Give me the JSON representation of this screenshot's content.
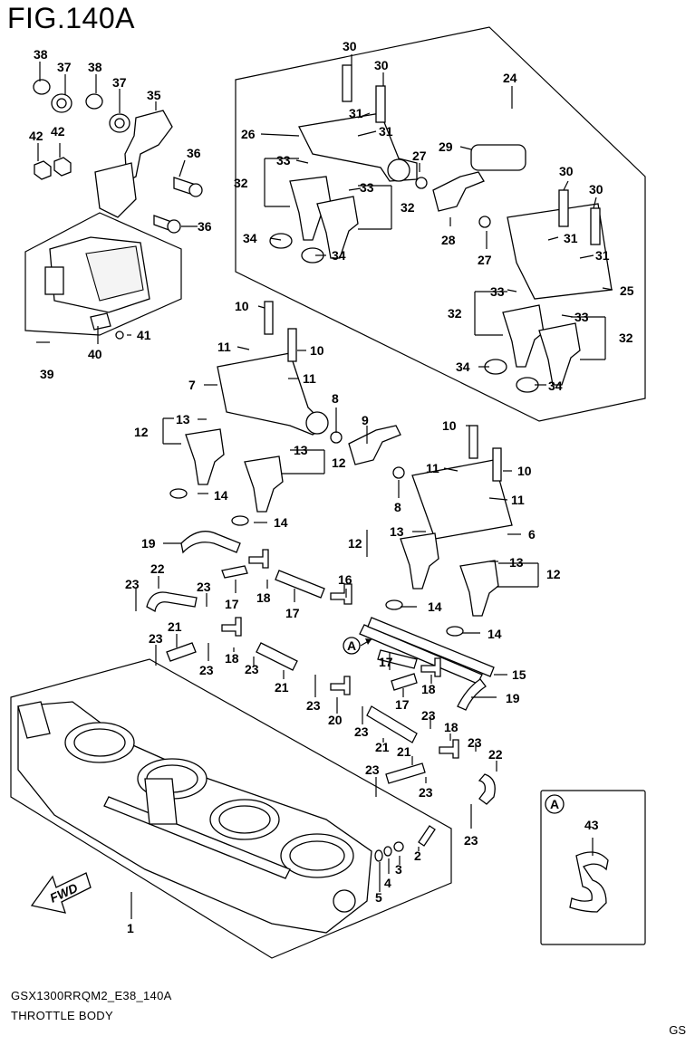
{
  "header": {
    "title": "FIG.140A"
  },
  "footer": {
    "model_code": "GSX1300RRQM2_E38_140A",
    "figure_name": "THROTTLE BODY",
    "region": "GS"
  },
  "diagram": {
    "fwd_label": "FWD",
    "inset_marker": "A",
    "callout_marker": "A",
    "part_numbers": [
      "1",
      "2",
      "3",
      "4",
      "5",
      "6",
      "7",
      "8",
      "9",
      "10",
      "11",
      "12",
      "13",
      "14",
      "15",
      "16",
      "17",
      "18",
      "19",
      "20",
      "21",
      "22",
      "23",
      "24",
      "25",
      "26",
      "27",
      "28",
      "29",
      "30",
      "31",
      "32",
      "33",
      "34",
      "35",
      "36",
      "37",
      "38",
      "39",
      "40",
      "41",
      "42",
      "43"
    ]
  },
  "colors": {
    "line": "#000000",
    "background": "#ffffff",
    "part_fill": "#ffffff"
  }
}
